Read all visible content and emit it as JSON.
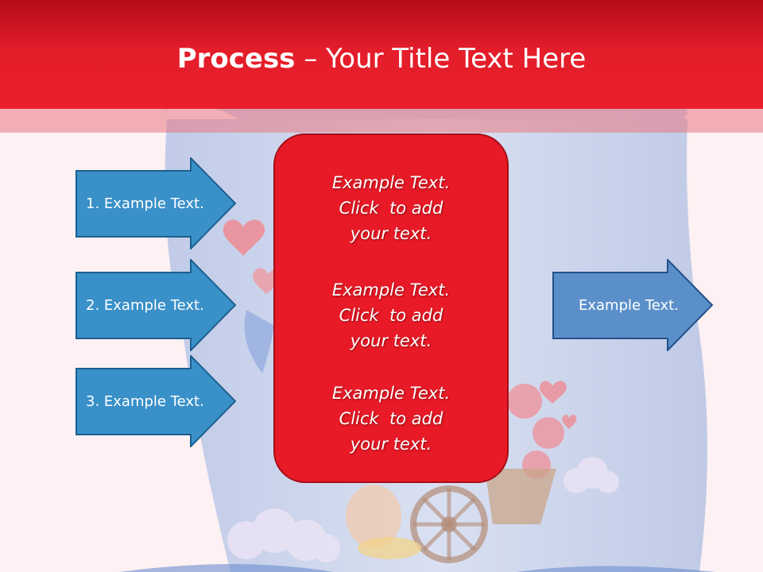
{
  "title": {
    "bold": "Process",
    "rest": " – Your Title Text Here"
  },
  "left_arrows": [
    {
      "label": "1. Example Text."
    },
    {
      "label": "2. Example Text."
    },
    {
      "label": "3. Example Text."
    }
  ],
  "right_arrow": {
    "label": "Example Text."
  },
  "center_items": [
    {
      "line1": "Example Text.",
      "line2": "Click  to add",
      "line3": "your text."
    },
    {
      "line1": "Example Text.",
      "line2": "Click  to add",
      "line3": "your text."
    },
    {
      "line1": "Example Text.",
      "line2": "Click  to add",
      "line3": "your text."
    }
  ],
  "colors": {
    "title_red": "#e31d2a",
    "box_red": "#e81a27",
    "arrow_blue": "#3a90c8",
    "arrow_blue_right": "#5b8fc9",
    "scroll_blue": "#c7d4ec"
  }
}
